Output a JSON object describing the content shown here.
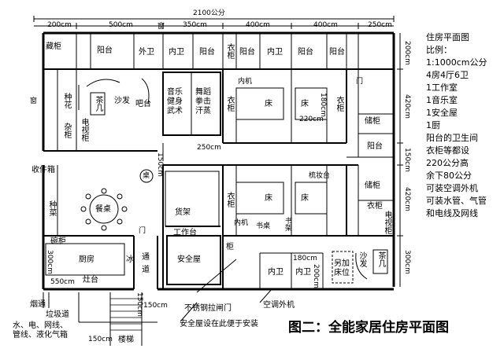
{
  "title": "图二：全能家居住房平面图",
  "legend": [
    "住房平面图",
    "比例：",
    "1:1000cm公分",
    "4房4厅6卫",
    "1工作室",
    "1音乐室",
    "1安全屋",
    "1厨",
    "阳台的卫生间",
    "衣柜等都设",
    "220公分高",
    "余下80公分",
    "可装空调外机",
    "可装水管、气管",
    "和电线及网线"
  ],
  "dimensions": {
    "total_width": "2100公分",
    "top_200": "200cm",
    "top_500": "500cm",
    "top_350": "350cm",
    "top_400a": "400cm",
    "top_400b": "400cm",
    "top_250": "250cm",
    "right_200": "200cm",
    "right_420a": "420cm",
    "right_150": "150cm",
    "right_420b": "420cm",
    "right_300": "300cm",
    "left_300": "300cm",
    "bottom_550": "550cm",
    "bottom_150a": "150cm",
    "bottom_150b": "150cm",
    "bottom_150c": "150cm",
    "mid_250": "250cm",
    "mid_150": "150cm",
    "bed_180a": "180cm",
    "bed_220": "220cm",
    "wc_180": "180cm",
    "wc_200": "200cm"
  },
  "rooms": {
    "cangui": "藏柜",
    "yangtai1": "阳台",
    "waiwei": "外卫",
    "neiwei1": "内卫",
    "yangtai2": "阳台",
    "yigui1": "衣柜",
    "yangtai3": "阳台",
    "neiwei2": "内卫",
    "yangtai4": "阳台",
    "yangtai5": "阳台",
    "zhonghua": "种花",
    "zagui": "杂柜",
    "chaji1": "茶几",
    "shafa1": "沙发",
    "dianshigui1": "电视柜",
    "bataiA": "吧台",
    "music": "音乐\n健身\n武术",
    "dance": "舞蹈\n拳击\n汗蒸",
    "yigui2": "衣柜",
    "neiji1": "内机",
    "chuang1": "床",
    "chuang2": "床",
    "yigui3": "衣柜",
    "chugui1": "储柜",
    "yangtai6": "阳台",
    "shougui": "收件箱",
    "zhongcai": "种菜",
    "canzhuo": "餐桌",
    "zhuo": "桌",
    "yigui4": "衣柜",
    "chuang3": "床",
    "chuang4": "床",
    "shuzhuo": "书桌",
    "shujia": "书架",
    "neiji2": "内机",
    "shuzhuo2": "梳妆台",
    "chugui2": "储柜",
    "yigui5": "衣柜",
    "huojia": "货架",
    "gongzuotai": "工作台",
    "wantui": "碗柜",
    "chufang": "厨房",
    "bing": "冰",
    "zaotai": "灶台",
    "tongdao": "通\n道",
    "anquanwu": "安全屋",
    "gui": "柜",
    "neiwei3": "内卫",
    "neiwei4": "内卫",
    "linglun": "另加\n床位",
    "shafa2": "沙发",
    "chaji2": "茶几",
    "dianshigui2": "电视柜"
  },
  "annotations": {
    "chuang_top": "窗",
    "chuang_left": "窗",
    "men1": "门",
    "men2": "门",
    "yantong": "烟通",
    "lajidao": "垃圾道",
    "pipes": "水、电、网线、",
    "pipes2": "管线、液化气箱",
    "louti": "楼梯",
    "lamen": "不锈钢拉闸门",
    "anquan_note": "安全屋设在此便于安装",
    "kongtiao": "空调外机"
  }
}
